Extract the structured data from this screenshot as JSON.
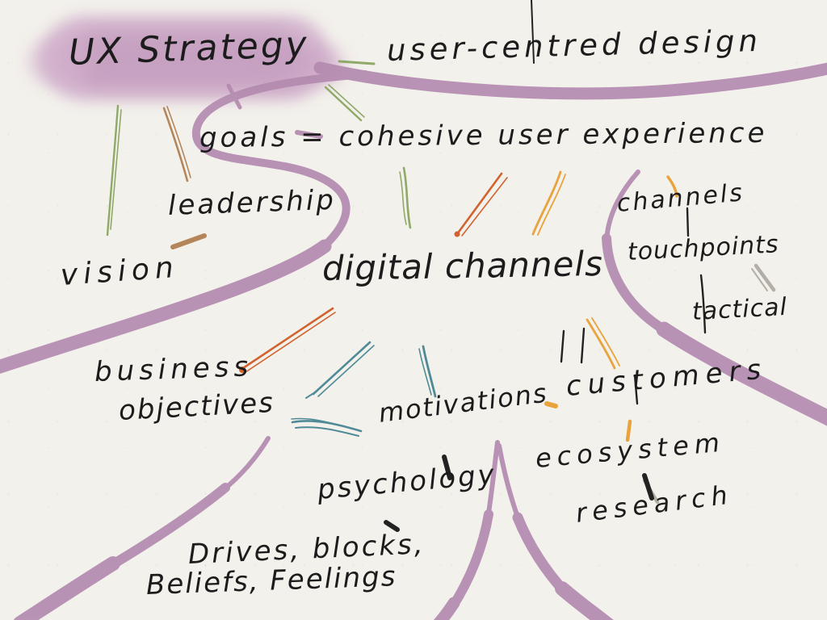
{
  "diagram": {
    "type": "hand-drawn mind map sketch",
    "title": "UX Strategy",
    "palette": {
      "paper": "#f3f1ec",
      "branch_purple": "#b48bb0",
      "cloud_highlight": "#c9a2c4",
      "ink": "#1c1c1c",
      "connector_green": "#8fa968",
      "connector_brown": "#b5855a",
      "connector_orange": "#d2622e",
      "connector_yellow": "#e8a33d",
      "connector_teal": "#4f8b97",
      "connector_gray": "#b3afa7"
    },
    "nodes": {
      "ux_strategy": {
        "label": "UX Strategy"
      },
      "user_centred_design": {
        "label": "user-centred design"
      },
      "goals": {
        "label": "goals = cohesive user experience"
      },
      "leadership": {
        "label": "leadership"
      },
      "vision": {
        "label": "vision"
      },
      "digital_channels": {
        "label": "digital channels"
      },
      "channels": {
        "label": "channels"
      },
      "touchpoints": {
        "label": "touchpoints"
      },
      "tactical": {
        "label": "tactical"
      },
      "business_objectives": {
        "line1": "business",
        "line2": "objectives"
      },
      "motivations": {
        "label": "motivations"
      },
      "customers": {
        "label": "customers"
      },
      "ecosystem": {
        "label": "ecosystem"
      },
      "research": {
        "label": "research"
      },
      "psychology": {
        "label": "psychology"
      },
      "drives_blocks_beliefs_feelings": {
        "line1": "Drives, blocks,",
        "line2": "Beliefs, Feelings"
      }
    }
  }
}
